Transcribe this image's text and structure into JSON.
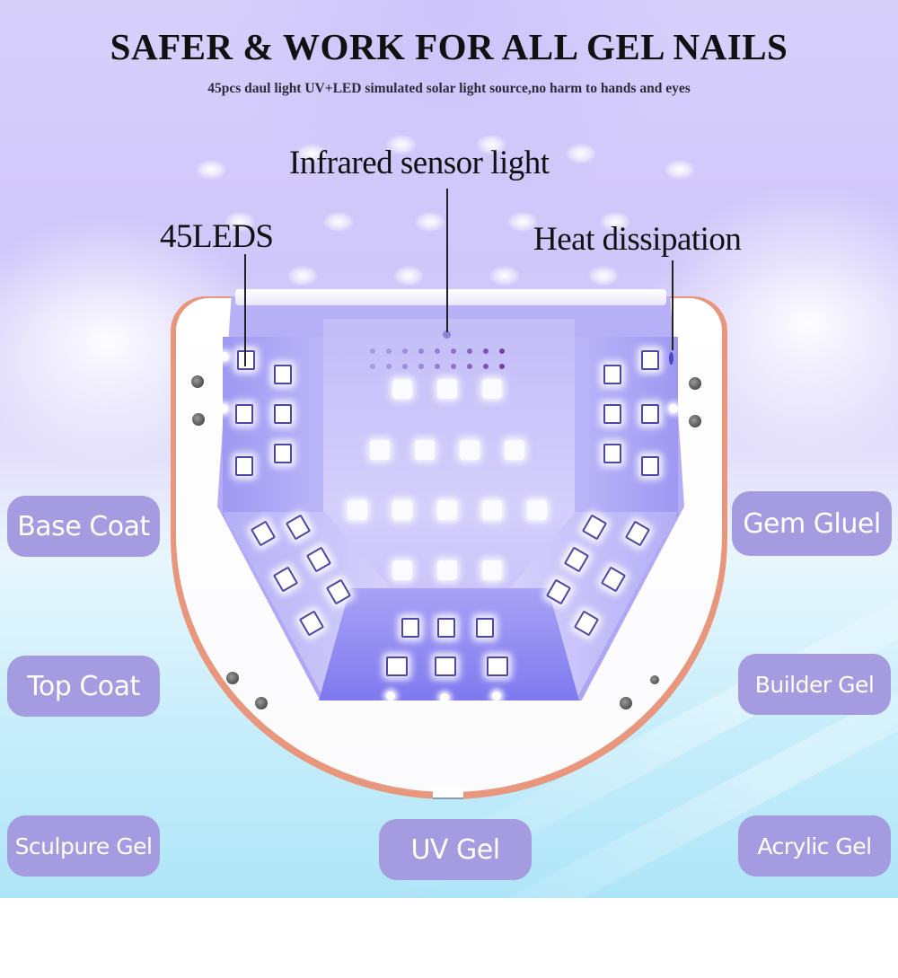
{
  "header": {
    "title": "SAFER & WORK FOR ALL GEL NAILS",
    "subtitle": "45pcs daul light UV+LED simulated solar light source,no harm  to hands and eyes"
  },
  "callouts": {
    "infrared": "Infrared sensor light",
    "leds": "45LEDS",
    "heat": "Heat dissipation"
  },
  "gel_types": [
    {
      "label": "Base Coat"
    },
    {
      "label": "Gem Gluel"
    },
    {
      "label": "Top Coat"
    },
    {
      "label": "Builder Gel"
    },
    {
      "label": "Sculpure Gel"
    },
    {
      "label": "UV Gel"
    },
    {
      "label": "Acrylic Gel"
    }
  ],
  "colors": {
    "pill_bg": "#a59be0",
    "lamp_trim": "#e8967c",
    "chamber": "#aea6f5",
    "sky_top": "#d7d0fb",
    "sky_bottom": "#aee5f8"
  }
}
